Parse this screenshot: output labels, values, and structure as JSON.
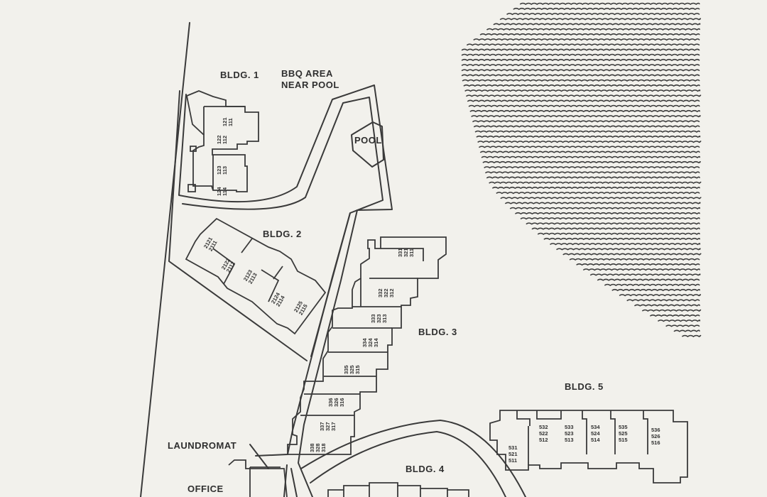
{
  "map": {
    "labels": {
      "bldg1": "BLDG. 1",
      "bbq_line1": "BBQ AREA",
      "bbq_line2": "NEAR POOL",
      "pool": "POOL",
      "bldg2": "BLDG. 2",
      "bldg3": "BLDG. 3",
      "bldg4": "BLDG. 4",
      "bldg5": "BLDG. 5",
      "laundromat": "LAUNDROMAT",
      "office": "OFFICE"
    },
    "bldg1_units": [
      {
        "top": "121",
        "bottom": "111"
      },
      {
        "top": "122",
        "bottom": "112"
      },
      {
        "top": "123",
        "bottom": "113"
      },
      {
        "top": "124",
        "bottom": "114"
      }
    ],
    "bldg2_units": [
      {
        "top": "2121",
        "bottom": "2111"
      },
      {
        "top": "2122",
        "bottom": "2112"
      },
      {
        "top": "2123",
        "bottom": "2113"
      },
      {
        "top": "2124",
        "bottom": "2114"
      },
      {
        "top": "2125",
        "bottom": "2115"
      }
    ],
    "bldg3_units": [
      [
        "331",
        "321",
        "311"
      ],
      [
        "332",
        "322",
        "312"
      ],
      [
        "333",
        "323",
        "313"
      ],
      [
        "334",
        "324",
        "314"
      ],
      [
        "335",
        "325",
        "315"
      ],
      [
        "336",
        "326",
        "316"
      ],
      [
        "337",
        "327",
        "317"
      ],
      [
        "338",
        "328",
        "318"
      ]
    ],
    "bldg5_units": [
      [
        "531",
        "521",
        "511"
      ],
      [
        "532",
        "522",
        "512"
      ],
      [
        "533",
        "523",
        "513"
      ],
      [
        "534",
        "524",
        "514"
      ],
      [
        "535",
        "525",
        "515"
      ],
      [
        "536",
        "526",
        "516"
      ]
    ]
  }
}
